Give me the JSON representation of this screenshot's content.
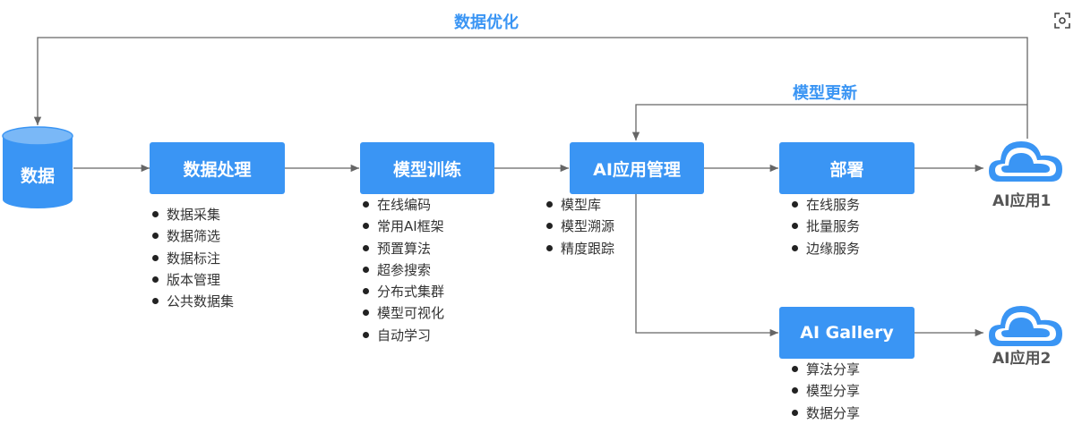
{
  "feedback": {
    "data_optimization": "数据优化",
    "model_update": "模型更新"
  },
  "data_source": {
    "label": "数据"
  },
  "stages": {
    "data_processing": {
      "label": "数据处理",
      "items": [
        "数据采集",
        "数据筛选",
        "数据标注",
        "版本管理",
        "公共数据集"
      ]
    },
    "model_training": {
      "label": "模型训练",
      "items": [
        "在线编码",
        "常用AI框架",
        "预置算法",
        "超参搜索",
        "分布式集群",
        "模型可视化",
        "自动学习"
      ]
    },
    "app_management": {
      "label": "AI应用管理",
      "items": [
        "模型库",
        "模型溯源",
        "精度跟踪"
      ]
    },
    "deployment": {
      "label": "部署",
      "items": [
        "在线服务",
        "批量服务",
        "边缘服务"
      ]
    },
    "gallery": {
      "label": "AI Gallery",
      "items": [
        "算法分享",
        "模型分享",
        "数据分享"
      ]
    }
  },
  "outputs": {
    "app1": "AI应用1",
    "app2": "AI应用2"
  },
  "colors": {
    "accent": "#3a95f4",
    "line": "#666666",
    "text": "#333333"
  },
  "icons": {
    "cylinder": "database-cylinder-icon",
    "cloud": "cloud-icon",
    "corner": "screenshot-focus-icon"
  }
}
